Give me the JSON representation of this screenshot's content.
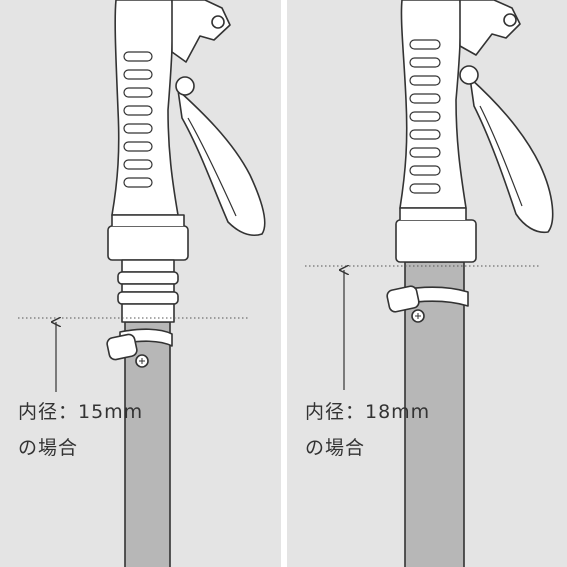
{
  "colors": {
    "panel_bg": "#e4e4e4",
    "divider": "#ffffff",
    "hose_fill": "#b7b7b7",
    "outline": "#333333",
    "gun_fill": "#ffffff",
    "label_text": "#333333"
  },
  "panels": [
    {
      "id": "left",
      "caption_line1": "内径：15mm",
      "caption_line2": "の場合",
      "icon": "spray-nozzle-with-thin-hose"
    },
    {
      "id": "right",
      "caption_line1": "内径：18mm",
      "caption_line2": "の場合",
      "icon": "spray-nozzle-with-thick-hose"
    }
  ]
}
